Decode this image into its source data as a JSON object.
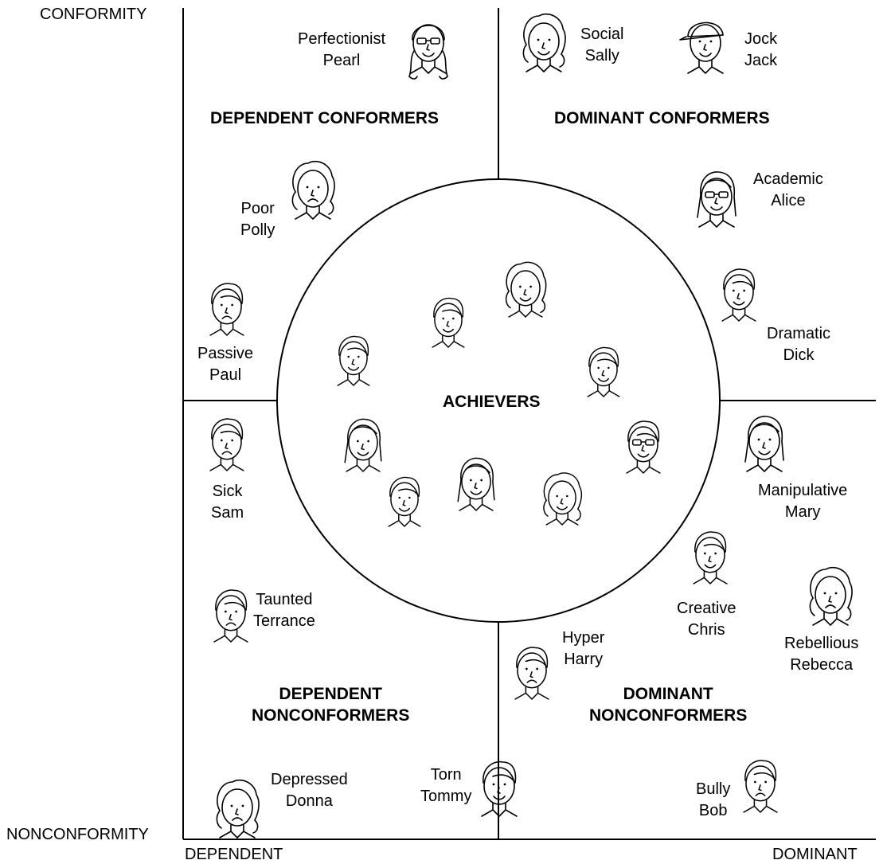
{
  "axes": {
    "y_top": "CONFORMITY",
    "y_bottom": "NONCONFORMITY",
    "x_left": "DEPENDENT",
    "x_right": "DOMINANT"
  },
  "quadrants": {
    "dependent_conformers": "DEPENDENT CONFORMERS",
    "dominant_conformers": "DOMINANT CONFORMERS",
    "dependent_nonconformers": [
      "DEPENDENT",
      "NONCONFORMERS"
    ],
    "dominant_nonconformers": [
      "DOMINANT",
      "NONCONFORMERS"
    ],
    "center": "ACHIEVERS"
  },
  "characters": {
    "perfectionist_pearl": [
      "Perfectionist",
      "Pearl"
    ],
    "social_sally": [
      "Social",
      "Sally"
    ],
    "jock_jack": [
      "Jock",
      "Jack"
    ],
    "academic_alice": [
      "Academic",
      "Alice"
    ],
    "poor_polly": [
      "Poor",
      "Polly"
    ],
    "passive_paul": [
      "Passive",
      "Paul"
    ],
    "dramatic_dick": [
      "Dramatic",
      "Dick"
    ],
    "sick_sam": [
      "Sick",
      "Sam"
    ],
    "manipulative_mary": [
      "Manipulative",
      "Mary"
    ],
    "taunted_terrance": [
      "Taunted",
      "Terrance"
    ],
    "creative_chris": [
      "Creative",
      "Chris"
    ],
    "rebellious_rebecca": [
      "Rebellious",
      "Rebecca"
    ],
    "hyper_harry": [
      "Hyper",
      "Harry"
    ],
    "depressed_donna": [
      "Depressed",
      "Donna"
    ],
    "torn_tommy": [
      "Torn",
      "Tommy"
    ],
    "bully_bob": [
      "Bully",
      "Bob"
    ]
  }
}
